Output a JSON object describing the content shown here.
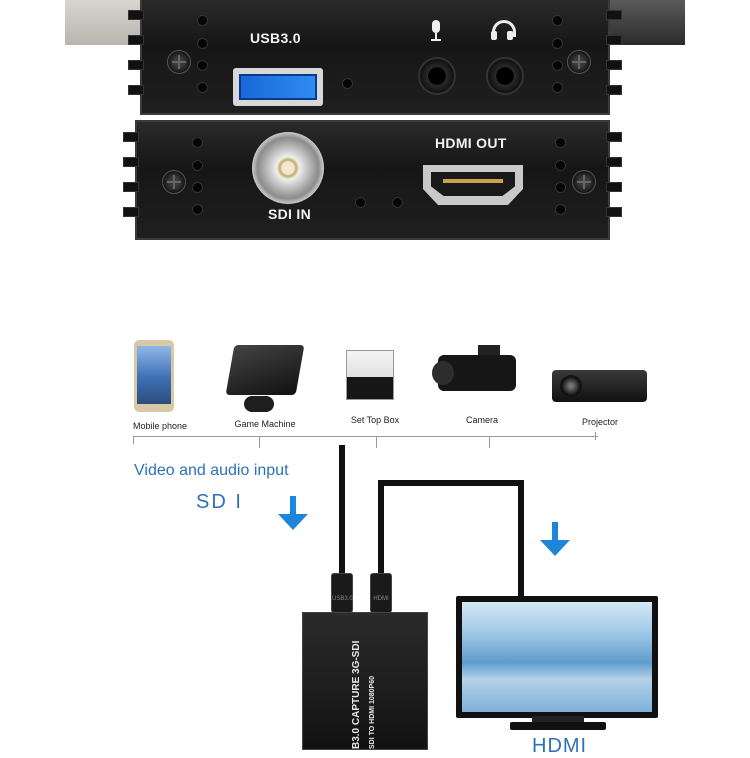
{
  "hardware": {
    "usb_label": "USB3.0",
    "sdi_in_label": "SDI IN",
    "hdmi_out_label": "HDMI OUT"
  },
  "devices": [
    {
      "name": "Mobile phone"
    },
    {
      "name": "Game Machine"
    },
    {
      "name": "Set Top Box"
    },
    {
      "name": "Camera"
    },
    {
      "name": "Projector"
    }
  ],
  "diagram": {
    "input_text": "Video and audio input",
    "sdi_text": "SD I",
    "hdmi_text": "HDMI"
  },
  "device_box": {
    "line1": "B3.0 CAPTURE 3G-SDI",
    "line2": "SDI TO HDMI 1080P60"
  },
  "plug": {
    "left": "USB3.0",
    "right": "HDMI"
  },
  "colors": {
    "accent_blue": "#2d72b9",
    "arrow_blue": "#1d86d8"
  }
}
